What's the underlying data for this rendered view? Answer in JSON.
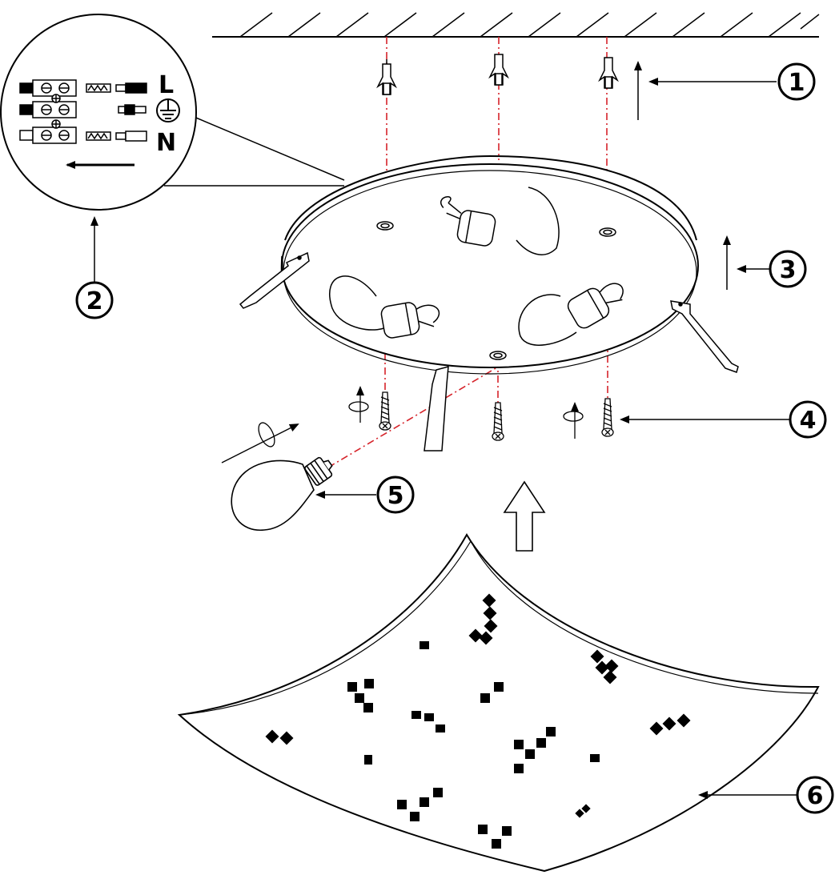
{
  "steps": [
    {
      "number": "1"
    },
    {
      "number": "2"
    },
    {
      "number": "3"
    },
    {
      "number": "4"
    },
    {
      "number": "5"
    },
    {
      "number": "6"
    }
  ],
  "wiring": {
    "live_label": "L",
    "neutral_label": "N",
    "earth_symbol": "earth-ground-icon"
  },
  "colors": {
    "guide_line": "#d6232a",
    "ink": "#000000"
  }
}
